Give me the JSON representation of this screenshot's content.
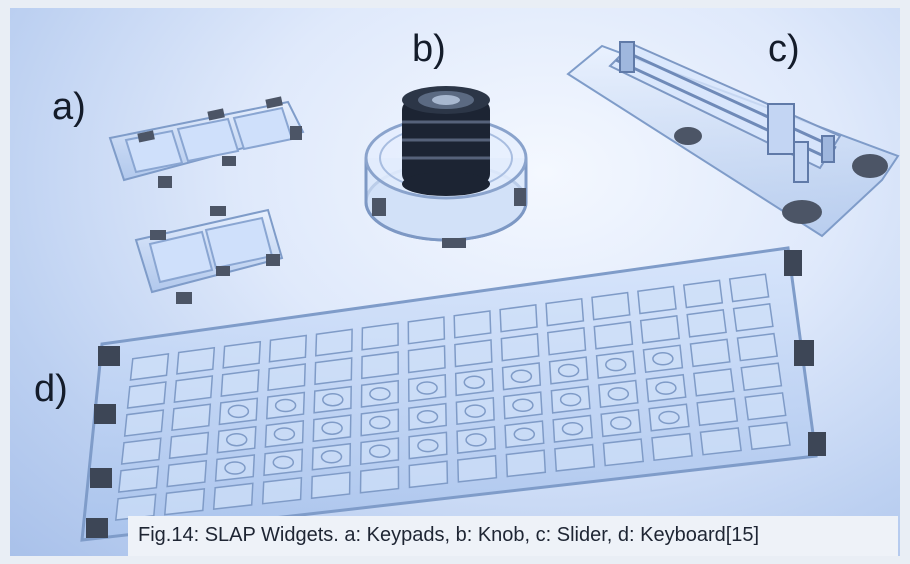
{
  "labels": {
    "a": "a)",
    "b": "b)",
    "c": "c)",
    "d": "d)"
  },
  "caption": "Fig.14: SLAP Widgets. a: Keypads, b: Knob, c: Slider, d: Keyboard[15]"
}
